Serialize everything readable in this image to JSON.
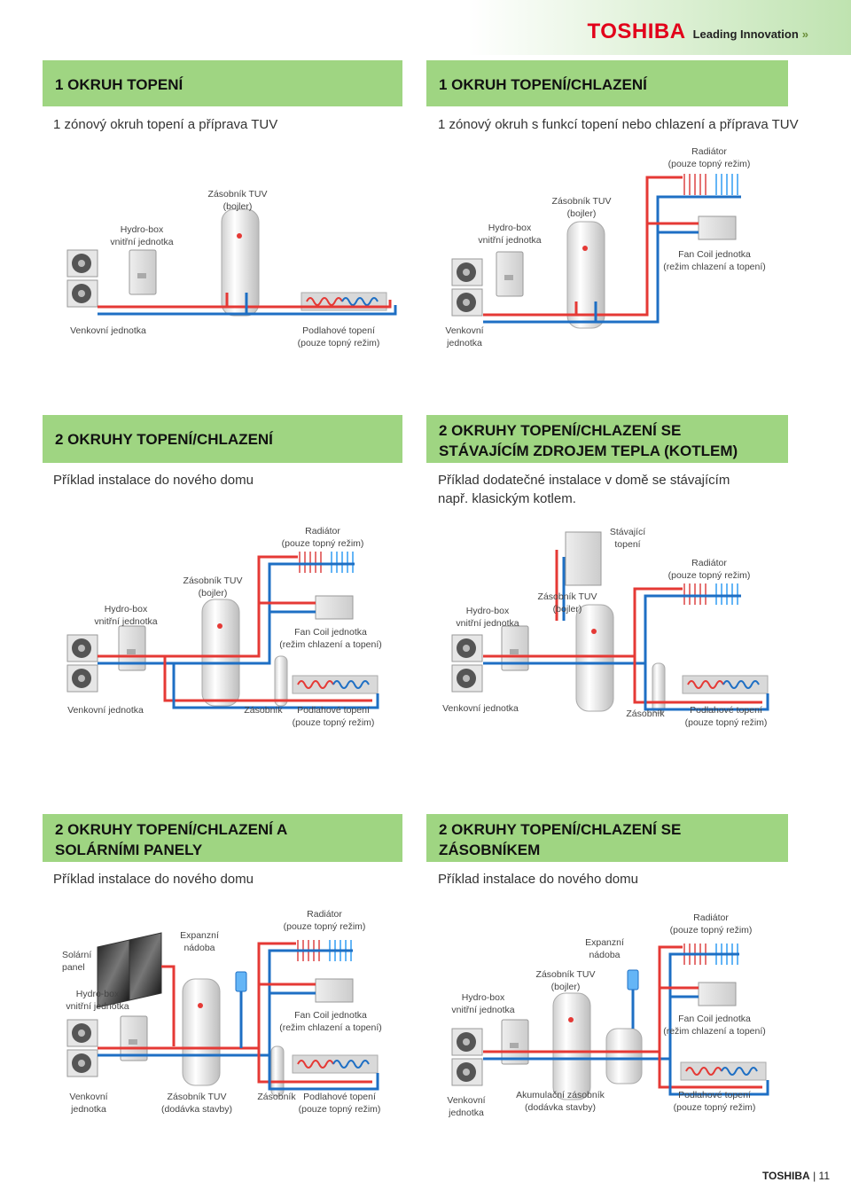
{
  "brand": {
    "logo": "TOSHIBA",
    "tagline": "Leading Innovation"
  },
  "sections": [
    {
      "title": "1 OKRUH TOPENÍ",
      "subtitle": "1 zónový okruh topení a příprava TUV",
      "labels": {
        "hydrobox": "Hydro-box\nvnitřní jednotka",
        "tank": "Zásobník TUV\n(bojler)",
        "outdoor": "Venkovní jednotka",
        "floor": "Podlahové topení\n(pouze topný režim)"
      }
    },
    {
      "title": "1 OKRUH TOPENÍ/CHLAZENÍ",
      "subtitle": "1 zónový okruh s funkcí topení nebo chlazení a příprava TUV",
      "labels": {
        "radiator": "Radiátor\n(pouze topný režim)",
        "tank": "Zásobník TUV\n(bojler)",
        "hydrobox": "Hydro-box\nvnitřní jednotka",
        "fancoil": "Fan Coil jednotka\n(režim chlazení a topení)",
        "outdoor": "Venkovní\njednotka"
      }
    },
    {
      "title": "2 OKRUHY TOPENÍ/CHLAZENÍ",
      "subtitle": "Příklad instalace do nového domu",
      "labels": {
        "radiator": "Radiátor\n(pouze topný režim)",
        "tank": "Zásobník TUV\n(bojler)",
        "hydrobox": "Hydro-box\nvnitřní jednotka",
        "fancoil": "Fan Coil jednotka\n(režim chlazení a topení)",
        "outdoor": "Venkovní jednotka",
        "buffer": "Zásobník",
        "floor": "Podlahové topení\n(pouze topný režim)"
      }
    },
    {
      "title": "2 OKRUHY TOPENÍ/CHLAZENÍ SE\nSTÁVAJÍCÍM ZDROJEM TEPLA (KOTLEM)",
      "subtitle": "Příklad dodatečné instalace v domě se stávajícím\nnapř. klasickým kotlem.",
      "labels": {
        "existing": "Stávající\ntopení",
        "radiator": "Radiátor\n(pouze topný režim)",
        "tank": "Zásobník TUV\n(bojler)",
        "hydrobox": "Hydro-box\nvnitřní jednotka",
        "outdoor": "Venkovní jednotka",
        "buffer": "Zásobník",
        "floor": "Podlahové topení\n(pouze topný režim)"
      }
    },
    {
      "title": "2 OKRUHY TOPENÍ/CHLAZENÍ A\nSOLÁRNÍMI PANELY",
      "subtitle": "Příklad instalace do nového domu",
      "labels": {
        "solar": "Solární\npanel",
        "expansion": "Expanzní\nnádoba",
        "radiator": "Radiátor\n(pouze topný režim)",
        "hydrobox": "Hydro-box\nvnitřní jednotka",
        "fancoil": "Fan Coil jednotka\n(režim chlazení a topení)",
        "outdoor": "Venkovní\njednotka",
        "tank": "Zásobník TUV\n(dodávka stavby)",
        "buffer": "Zásobník",
        "floor": "Podlahové topení\n(pouze topný režim)"
      }
    },
    {
      "title": "2 OKRUHY TOPENÍ/CHLAZENÍ SE\nZÁSOBNÍKEM",
      "subtitle": "Příklad instalace do nového domu",
      "labels": {
        "expansion": "Expanzní\nnádoba",
        "radiator": "Radiátor\n(pouze topný režim)",
        "tank": "Zásobník TUV\n(bojler)",
        "hydrobox": "Hydro-box\nvnitřní jednotka",
        "fancoil": "Fan Coil jednotka\n(režim chlazení a topení)",
        "outdoor": "Venkovní\njednotka",
        "accumulator": "Akumulační zásobník\n(dodávka stavby)",
        "floor": "Podlahové topení\n(pouze topný režim)"
      }
    }
  ],
  "footer": {
    "brand": "TOSHIBA",
    "page": "11"
  },
  "colors": {
    "header_green": "#9fd582",
    "pipe_red": "#e53935",
    "pipe_blue": "#1e6fc4",
    "brand_red": "#e2001a"
  }
}
